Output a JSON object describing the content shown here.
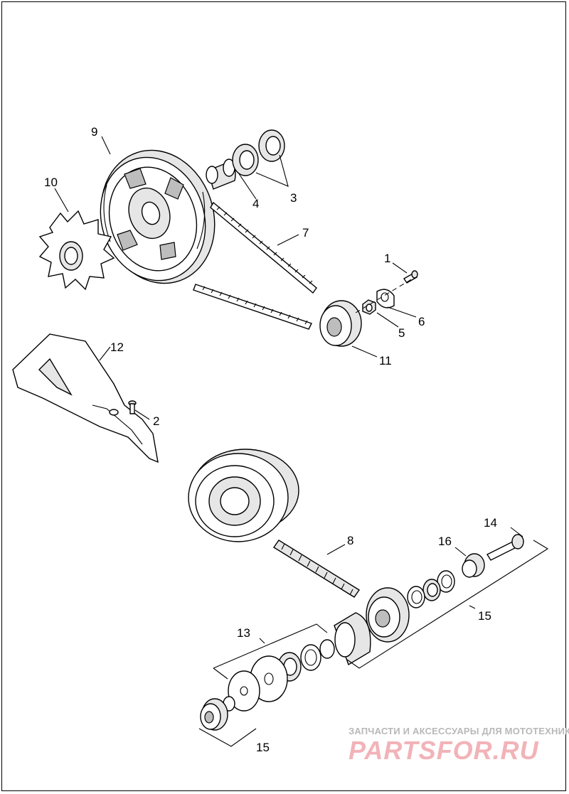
{
  "diagram": {
    "callouts": {
      "c1": "1",
      "c2": "2",
      "c3": "3",
      "c4": "4",
      "c5": "5",
      "c6": "6",
      "c7": "7",
      "c8": "8",
      "c9": "9",
      "c10": "10",
      "c11": "11",
      "c12": "12",
      "c13": "13",
      "c14": "14",
      "c15a": "15",
      "c15b": "15",
      "c16": "16"
    }
  },
  "watermark": {
    "tagline": "ЗАПЧАСТИ И АКСЕССУАРЫ ДЛЯ МОТОТЕХНИКИ",
    "logo": "PARTSFOR.RU"
  },
  "colors": {
    "line": "#000000",
    "background": "#ffffff",
    "watermark_logo": "#f2b3b8",
    "watermark_text": "#b8b8b8"
  }
}
